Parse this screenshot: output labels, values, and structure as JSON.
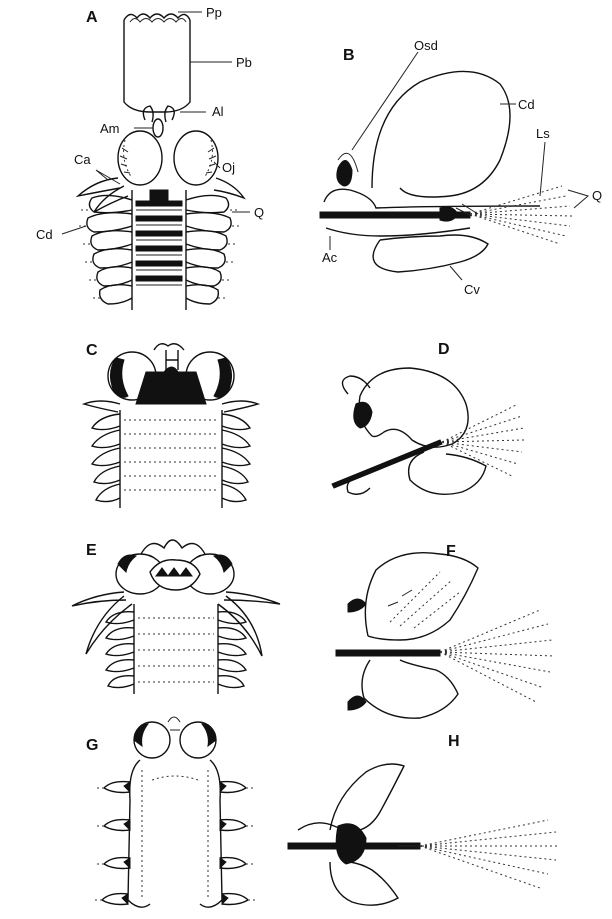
{
  "panels": {
    "a": {
      "letter": "A",
      "labels": {
        "pp": "Pp",
        "pb": "Pb",
        "al": "Al",
        "am": "Am",
        "ca": "Ca",
        "oj": "Oj",
        "q": "Q",
        "cd": "Cd"
      }
    },
    "b": {
      "letter": "B",
      "labels": {
        "osd": "Osd",
        "cd": "Cd",
        "ls": "Ls",
        "q": "Q",
        "ac": "Ac",
        "cv": "Cv"
      }
    },
    "c": {
      "letter": "C"
    },
    "d": {
      "letter": "D"
    },
    "e": {
      "letter": "E"
    },
    "f": {
      "letter": "F"
    },
    "g": {
      "letter": "G"
    },
    "h": {
      "letter": "H"
    }
  }
}
